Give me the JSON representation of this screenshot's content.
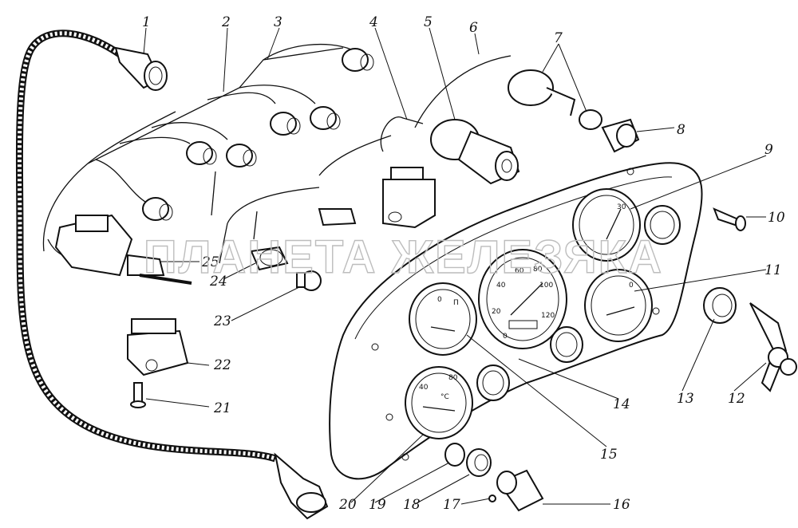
{
  "diagram": {
    "callouts": [
      "1",
      "2",
      "3",
      "4",
      "5",
      "6",
      "7",
      "8",
      "9",
      "10",
      "11",
      "12",
      "13",
      "14",
      "15",
      "16",
      "17",
      "18",
      "19",
      "20",
      "21",
      "22",
      "23",
      "24",
      "25"
    ],
    "watermark": "ПЛАНЕТА ЖЕЛЕЗЯКА",
    "speedometer_scale": [
      "0",
      "20",
      "40",
      "60",
      "80",
      "100",
      "120"
    ],
    "gauge_marks": {
      "fuel_left": "П",
      "fuel_right": "0",
      "temp_unit": "°C",
      "temp_40": "40",
      "temp_80": "80",
      "ammeter": "30",
      "oil": "0"
    }
  }
}
